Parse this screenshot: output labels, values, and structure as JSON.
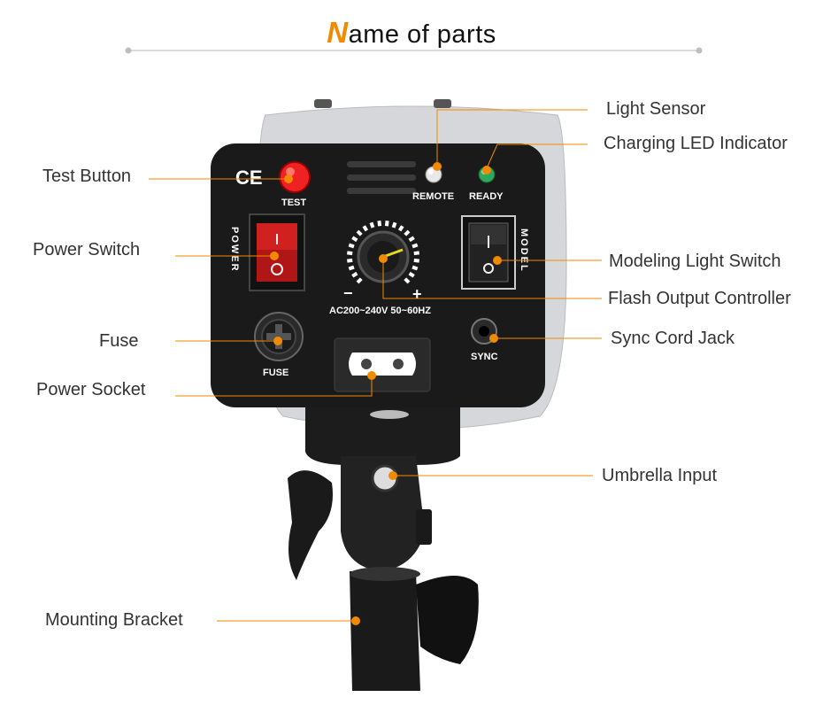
{
  "title": {
    "first_letter": "N",
    "rest": "ame of parts"
  },
  "labels": {
    "light_sensor": "Light Sensor",
    "charging_led": "Charging LED Indicator",
    "test_button": "Test Button",
    "power_switch": "Power Switch",
    "modeling_switch": "Modeling Light Switch",
    "flash_output": "Flash Output Controller",
    "fuse": "Fuse",
    "sync_jack": "Sync Cord Jack",
    "power_socket": "Power Socket",
    "umbrella_input": "Umbrella Input",
    "mounting_bracket": "Mounting Bracket"
  },
  "panel_text": {
    "test": "TEST",
    "remote": "REMOTE",
    "ready": "READY",
    "power": "POWER",
    "model": "MODEL",
    "minus": "−",
    "plus": "+",
    "voltage": "AC200~240V  50~60HZ",
    "fuse": "FUSE",
    "sync": "SYNC",
    "ce": "CE"
  },
  "colors": {
    "accent": "#f28a00",
    "leader": "#f28a00",
    "panel": "#1a1a1a",
    "housing": "#d9dade"
  }
}
